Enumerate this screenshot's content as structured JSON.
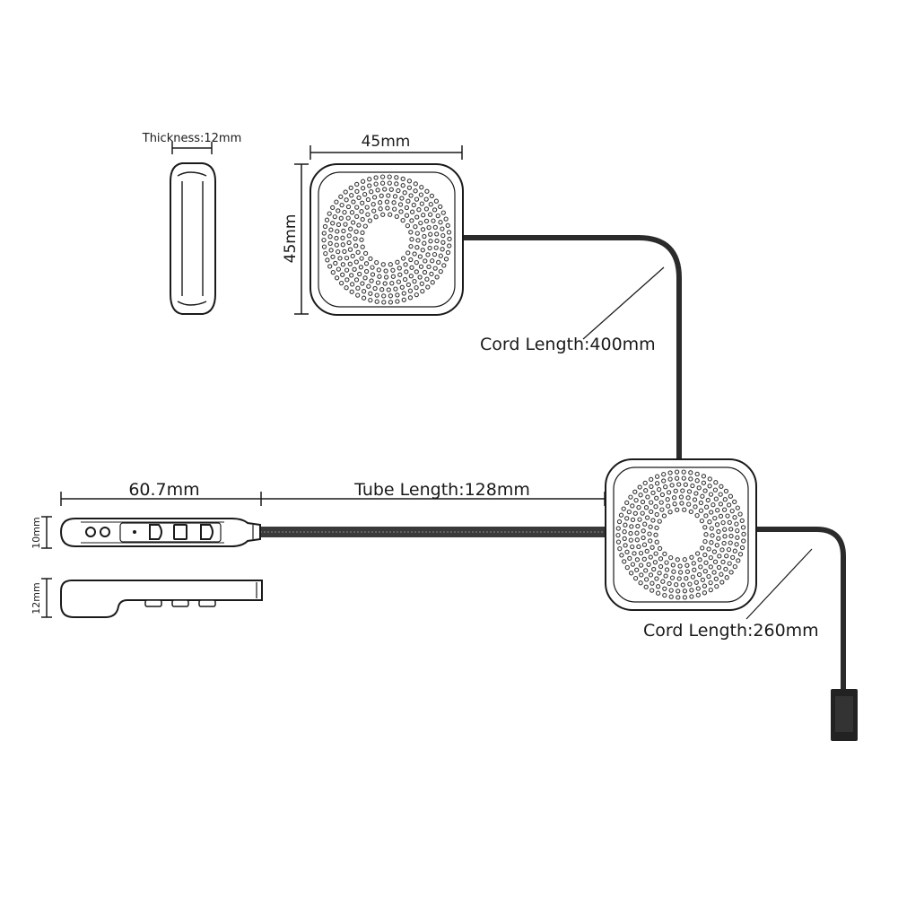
{
  "labels": {
    "thickness": "Thickness:12mm",
    "speaker_width": "45mm",
    "speaker_height": "45mm",
    "cord_length_upper": "Cord Length:400mm",
    "controller_length": "60.7mm",
    "tube_length": "Tube Length:128mm",
    "controller_height_top": "10mm",
    "controller_height_side": "12mm",
    "cord_length_lower": "Cord Length:260mm"
  },
  "colors": {
    "line": "#1a1a1a",
    "cable": "#2b2b2b",
    "speaker_fill": "#ffffff",
    "dot": "#3a3a3a"
  }
}
